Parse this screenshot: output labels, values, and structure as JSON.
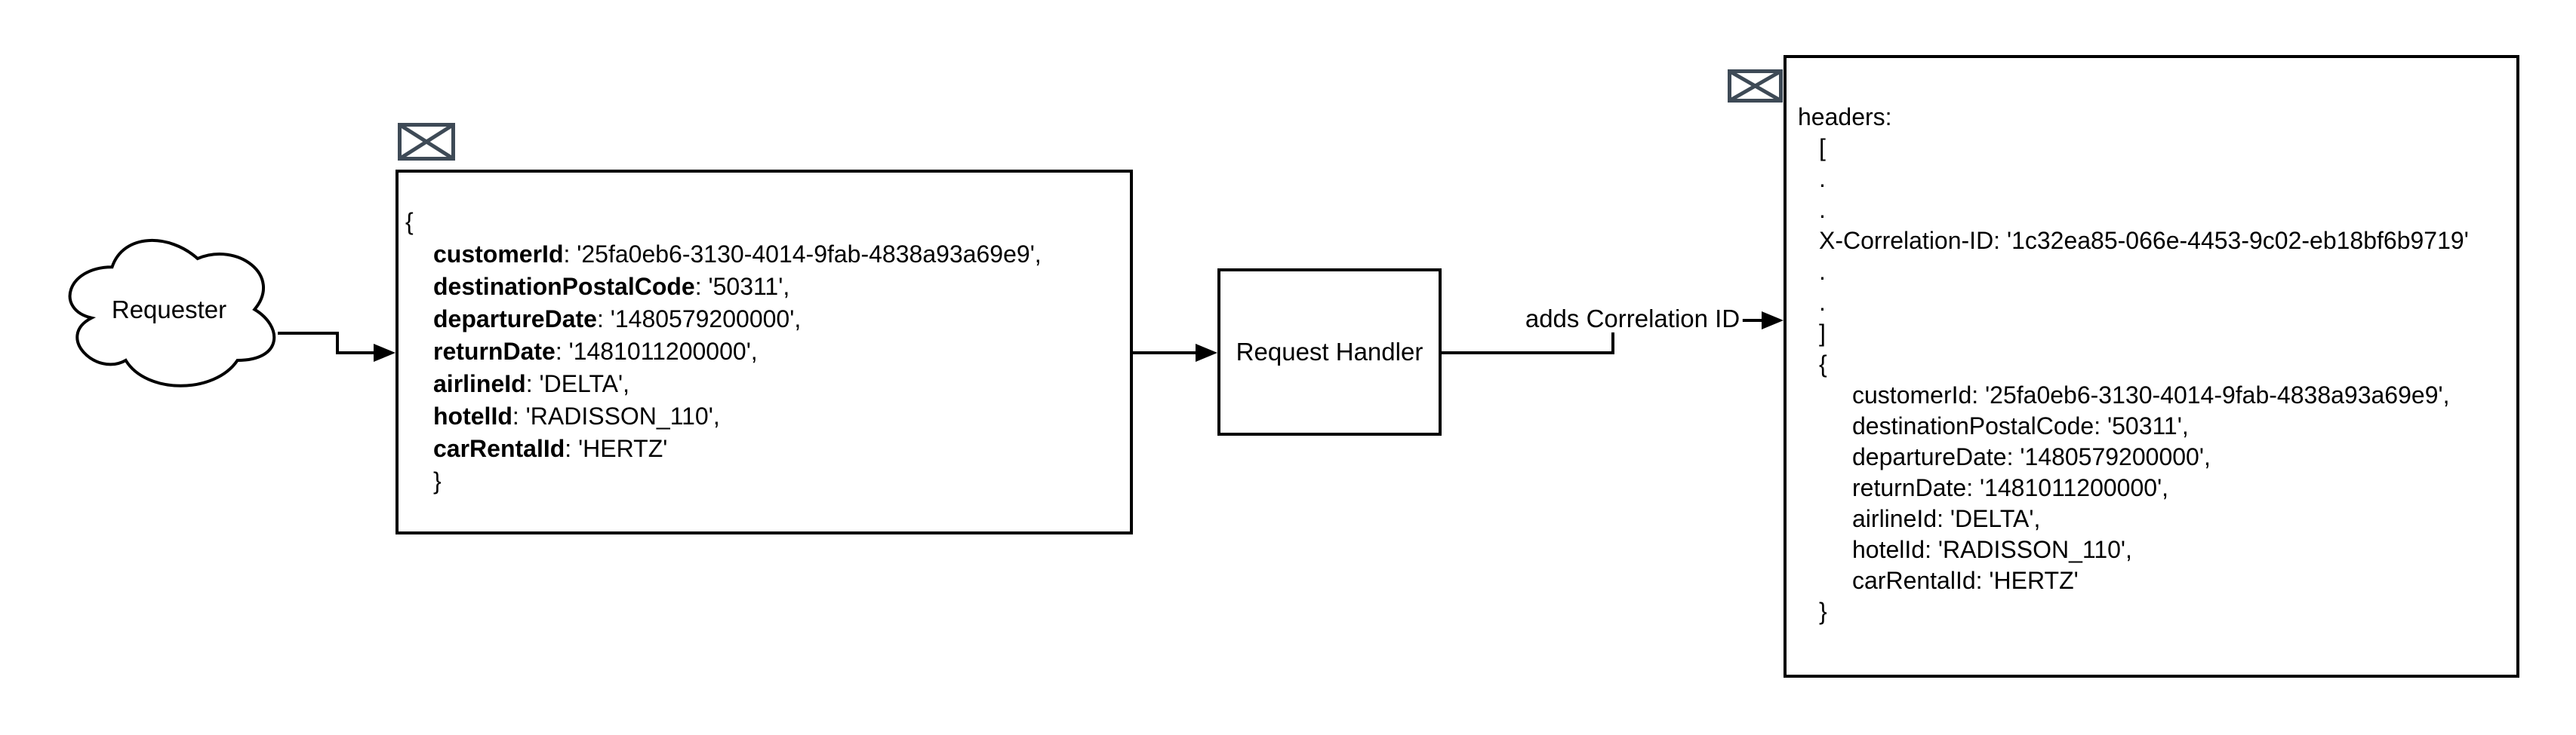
{
  "diagram": {
    "requester": {
      "label": "Requester",
      "shape": "cloud"
    },
    "request_handler": {
      "label": "Request Handler",
      "shape": "rectangle"
    },
    "connectors": {
      "requester_to_message": {
        "label": ""
      },
      "message_to_handler": {
        "label": ""
      },
      "handler_to_correlated": {
        "label": "adds Correlation ID"
      }
    },
    "request_message": {
      "icon": "envelope-icon",
      "lines": [
        {
          "text": "{",
          "indent": 0
        },
        {
          "key": "customerId",
          "text": ": '25fa0eb6-3130-4014-9fab-4838a93a69e9',",
          "indent": 1
        },
        {
          "key": "destinationPostalCode",
          "text": ": '50311',",
          "indent": 1
        },
        {
          "key": "departureDate",
          "text": ": '1480579200000',",
          "indent": 1
        },
        {
          "key": "returnDate",
          "text": ": '1481011200000',",
          "indent": 1
        },
        {
          "key": "airlineId",
          "text": ": 'DELTA',",
          "indent": 1
        },
        {
          "key": "hotelId",
          "text": ": 'RADISSON_110',",
          "indent": 1
        },
        {
          "key": "carRentalId",
          "text": ": 'HERTZ'",
          "indent": 1
        },
        {
          "text": "}",
          "indent": 1
        }
      ]
    },
    "correlated_message": {
      "icon": "envelope-icon",
      "lines": [
        {
          "text": "headers:",
          "indent": 0
        },
        {
          "text": "[",
          "indent": 1
        },
        {
          "text": ".",
          "indent": 1
        },
        {
          "text": ".",
          "indent": 1
        },
        {
          "text": "X-Correlation-ID: '1c32ea85-066e-4453-9c02-eb18bf6b9719'",
          "indent": 1
        },
        {
          "text": ".",
          "indent": 1
        },
        {
          "text": ".",
          "indent": 1
        },
        {
          "text": "]",
          "indent": 1
        },
        {
          "text": "{",
          "indent": 1
        },
        {
          "text": "customerId: '25fa0eb6-3130-4014-9fab-4838a93a69e9',",
          "indent": 2
        },
        {
          "text": "destinationPostalCode: '50311',",
          "indent": 2
        },
        {
          "text": "departureDate: '1480579200000',",
          "indent": 2
        },
        {
          "text": "returnDate: '1481011200000',",
          "indent": 2
        },
        {
          "text": "airlineId: 'DELTA',",
          "indent": 2
        },
        {
          "text": "hotelId: 'RADISSON_110',",
          "indent": 2
        },
        {
          "text": "carRentalId: 'HERTZ'",
          "indent": 2
        },
        {
          "text": "}",
          "indent": 1
        }
      ]
    },
    "colors": {
      "stroke": "#000000",
      "background": "#FFFFFF",
      "envelope": "#3E4A56"
    }
  }
}
